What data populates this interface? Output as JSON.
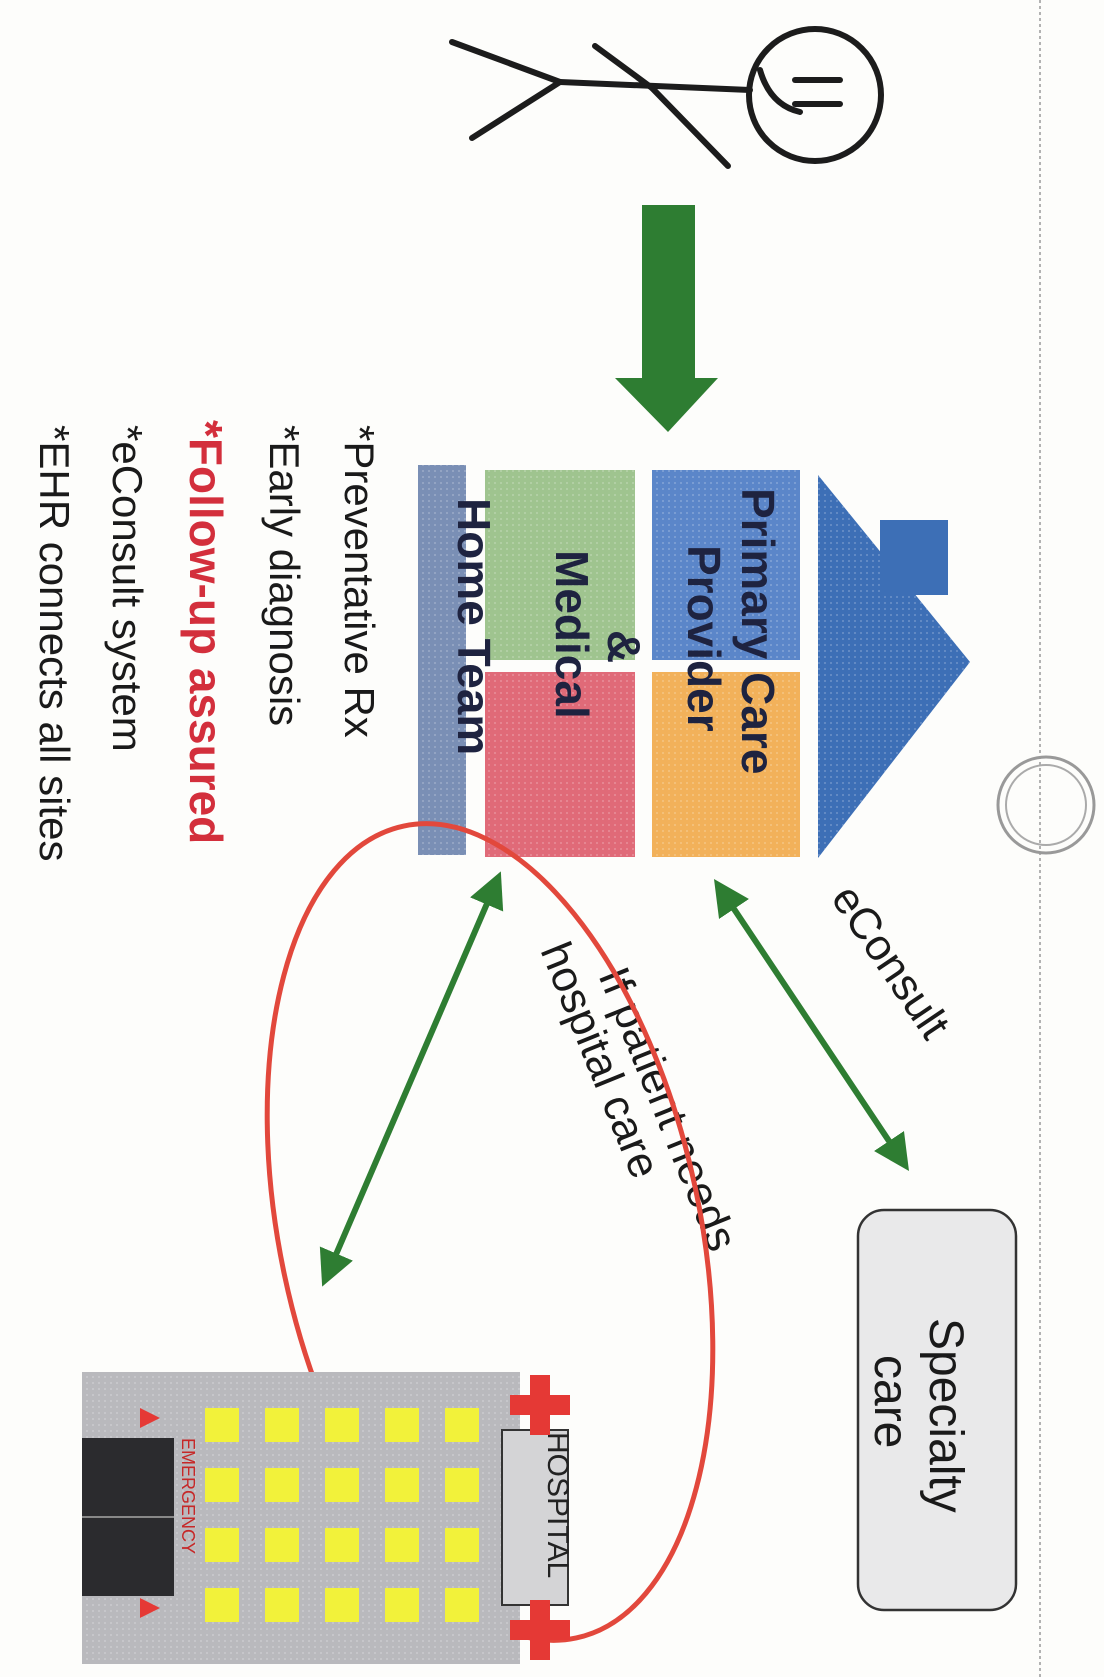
{
  "house": {
    "provider_line1": "Primary Care",
    "provider_line2": "Provider",
    "ampersand": "&",
    "medical": "Medical",
    "home_team": "Home Team"
  },
  "links": {
    "econsult": "eConsult",
    "hospital_line1": "If patient needs",
    "hospital_line2": "hospital care"
  },
  "specialty": {
    "line1": "Specialty",
    "line2": "care"
  },
  "hospital": {
    "sign": "HOSPITAL",
    "emergency": "EMERGENCY"
  },
  "bullets": [
    "*Preventative Rx",
    "*Early diagnosis",
    "*Follow-up assured",
    "*eConsult system",
    "*EHR connects all sites"
  ],
  "colors": {
    "arrow_green": "#2e7d32",
    "roof_blue": "#3d6fb6",
    "provider_blue": "#5b86c9",
    "provider_orange": "#f2b15a",
    "medical_green": "#9fc48f",
    "medical_red": "#e06a78",
    "home_blue": "#7a8fb5",
    "circle_red": "#e2483c",
    "highlight_red": "#d32f3c",
    "specialty_fill": "#e9e9ea",
    "hospital_gray": "#b9b9bd",
    "window_yellow": "#f2f23a",
    "cross_red": "#e53935"
  }
}
